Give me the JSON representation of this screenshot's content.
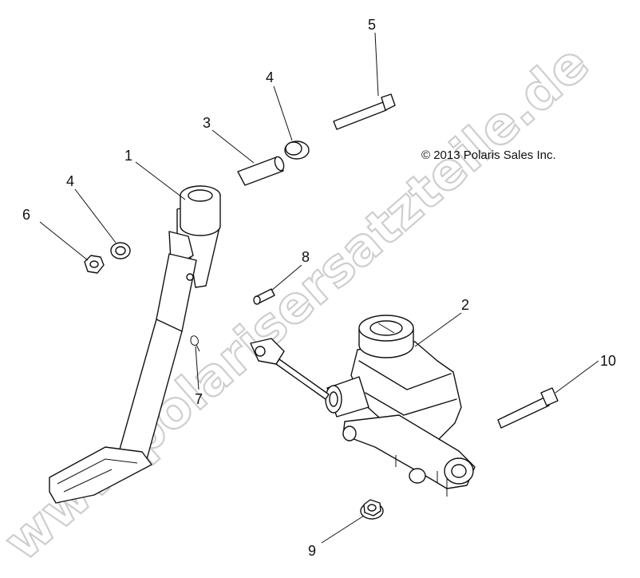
{
  "diagram": {
    "copyright": "© 2013 Polaris Sales Inc.",
    "watermark": "www.polarisersatzteile.de",
    "callouts": [
      "1",
      "2",
      "3",
      "4",
      "4",
      "5",
      "6",
      "7",
      "8",
      "9",
      "10"
    ]
  }
}
